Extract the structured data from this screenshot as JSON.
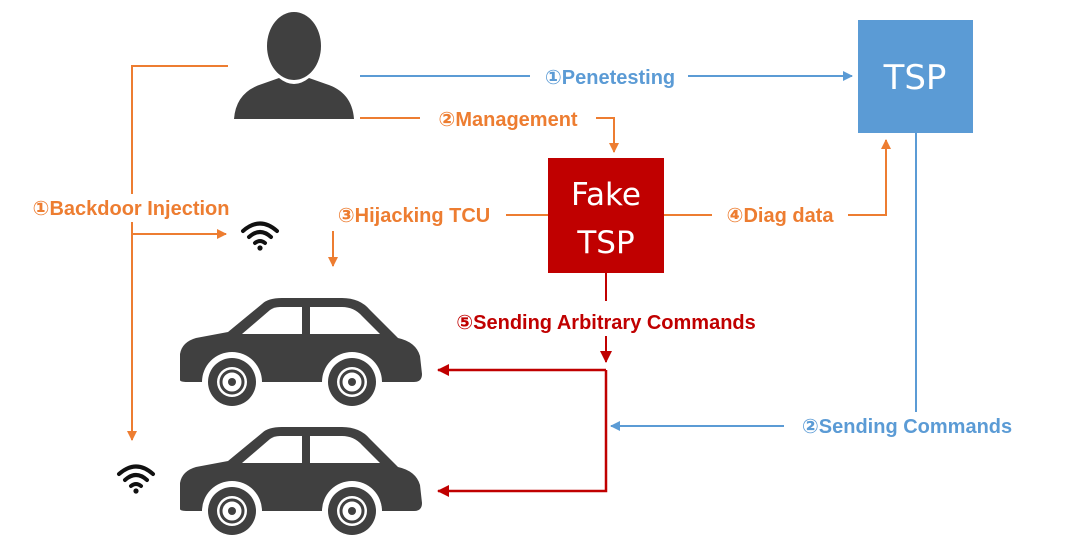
{
  "colors": {
    "orange": "#ED7D31",
    "blue": "#5B9BD5",
    "red": "#C00000",
    "dark": "#404040",
    "box_text": "#FFFFFF"
  },
  "icons": [
    "attacker-silhouette-icon",
    "car-icon",
    "wifi-icon"
  ],
  "nodes": {
    "tsp": {
      "label": "TSP"
    },
    "fake_tsp": {
      "line1": "Fake",
      "line2": "TSP"
    }
  },
  "edges": {
    "penetesting": "①Penetesting",
    "management": "②Management",
    "backdoor_injection": "①Backdoor Injection",
    "hijacking_tcu": "③Hijacking TCU",
    "diag_data": "④Diag data",
    "sending_arbitrary_commands": "⑤Sending Arbitrary Commands",
    "sending_commands": "②Sending Commands"
  }
}
